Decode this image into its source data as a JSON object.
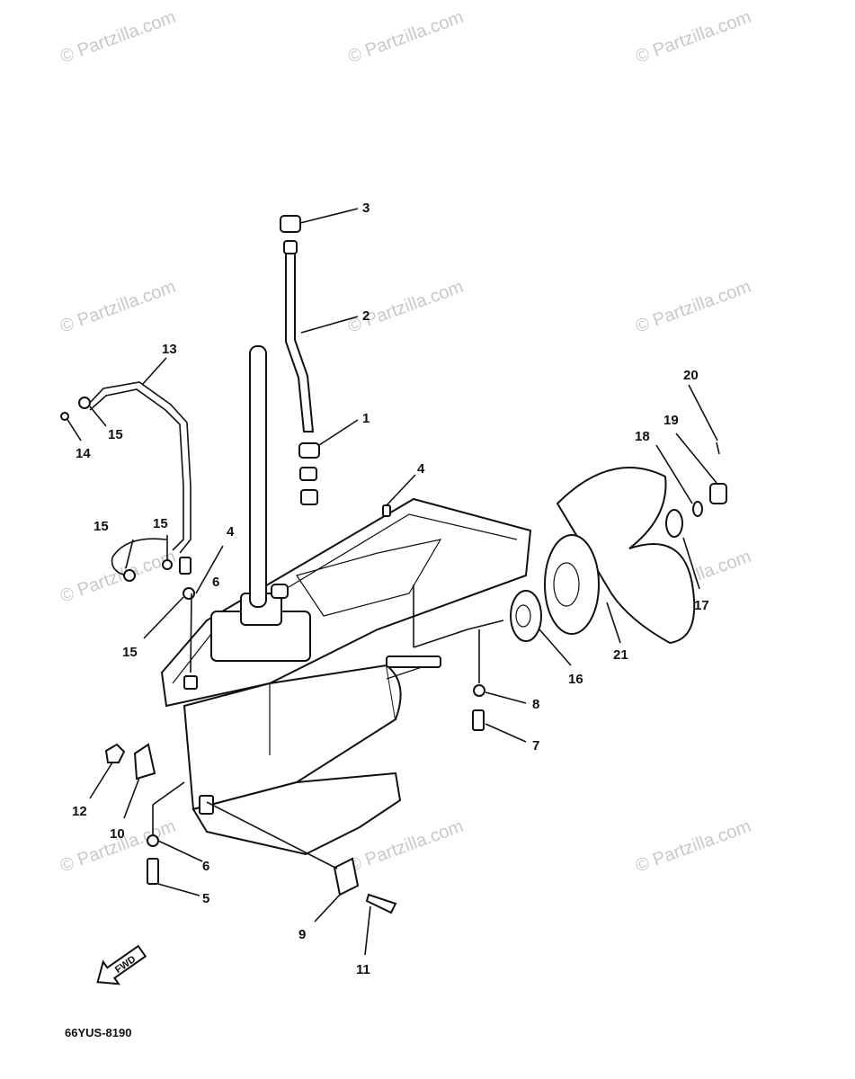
{
  "diagram": {
    "part_code": "66YUS-8190",
    "fwd_label": "FWD",
    "watermark": "© Partzilla.com",
    "callouts": [
      "3",
      "2",
      "1",
      "4",
      "13",
      "15",
      "14",
      "15",
      "15",
      "4",
      "6",
      "15",
      "20",
      "19",
      "18",
      "17",
      "21",
      "16",
      "8",
      "7",
      "12",
      "10",
      "6",
      "5",
      "9",
      "11"
    ]
  }
}
